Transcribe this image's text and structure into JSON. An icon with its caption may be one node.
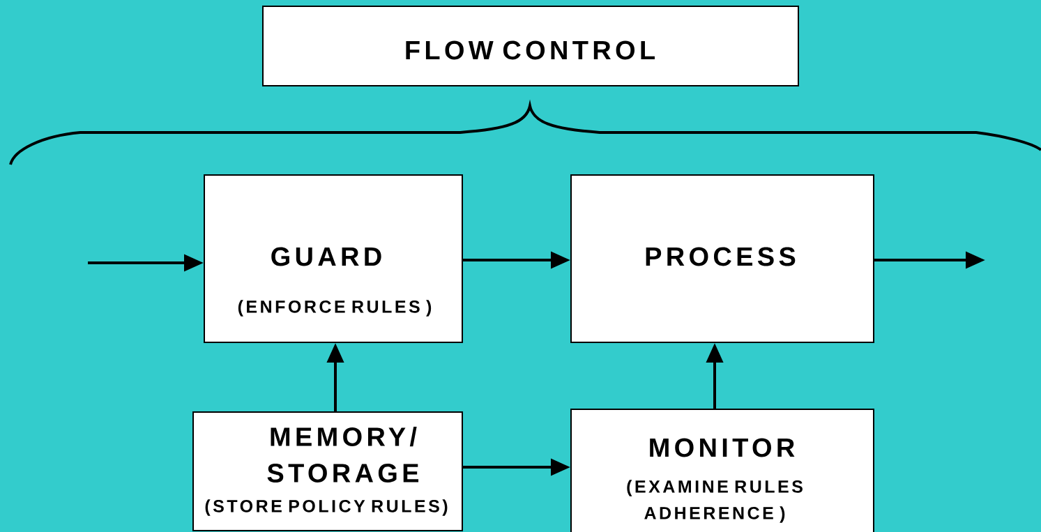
{
  "diagram": {
    "nodes": [
      {
        "text": [
          "FLOW CONTROL"
        ]
      },
      {
        "text": [
          "GUARD",
          "(ENFORCE RULES )"
        ]
      },
      {
        "text": [
          "PROCESS"
        ]
      },
      {
        "text": [
          "MEMORY/ STORAGE",
          "(STORE POLICY RULES)"
        ]
      },
      {
        "text": [
          "MONITOR",
          "(EXAMINE RULES ADHERENCE )"
        ]
      }
    ],
    "edges": [
      {
        "from": null,
        "to": 1,
        "arrow": "to"
      },
      {
        "from": 1,
        "to": 2,
        "arrow": "to"
      },
      {
        "from": 2,
        "to": null,
        "arrow": "to"
      },
      {
        "from": 3,
        "to": 1,
        "arrow": "to"
      },
      {
        "from": 3,
        "to": 4,
        "arrow": "to"
      },
      {
        "from": 4,
        "to": 2,
        "arrow": "to"
      }
    ]
  }
}
